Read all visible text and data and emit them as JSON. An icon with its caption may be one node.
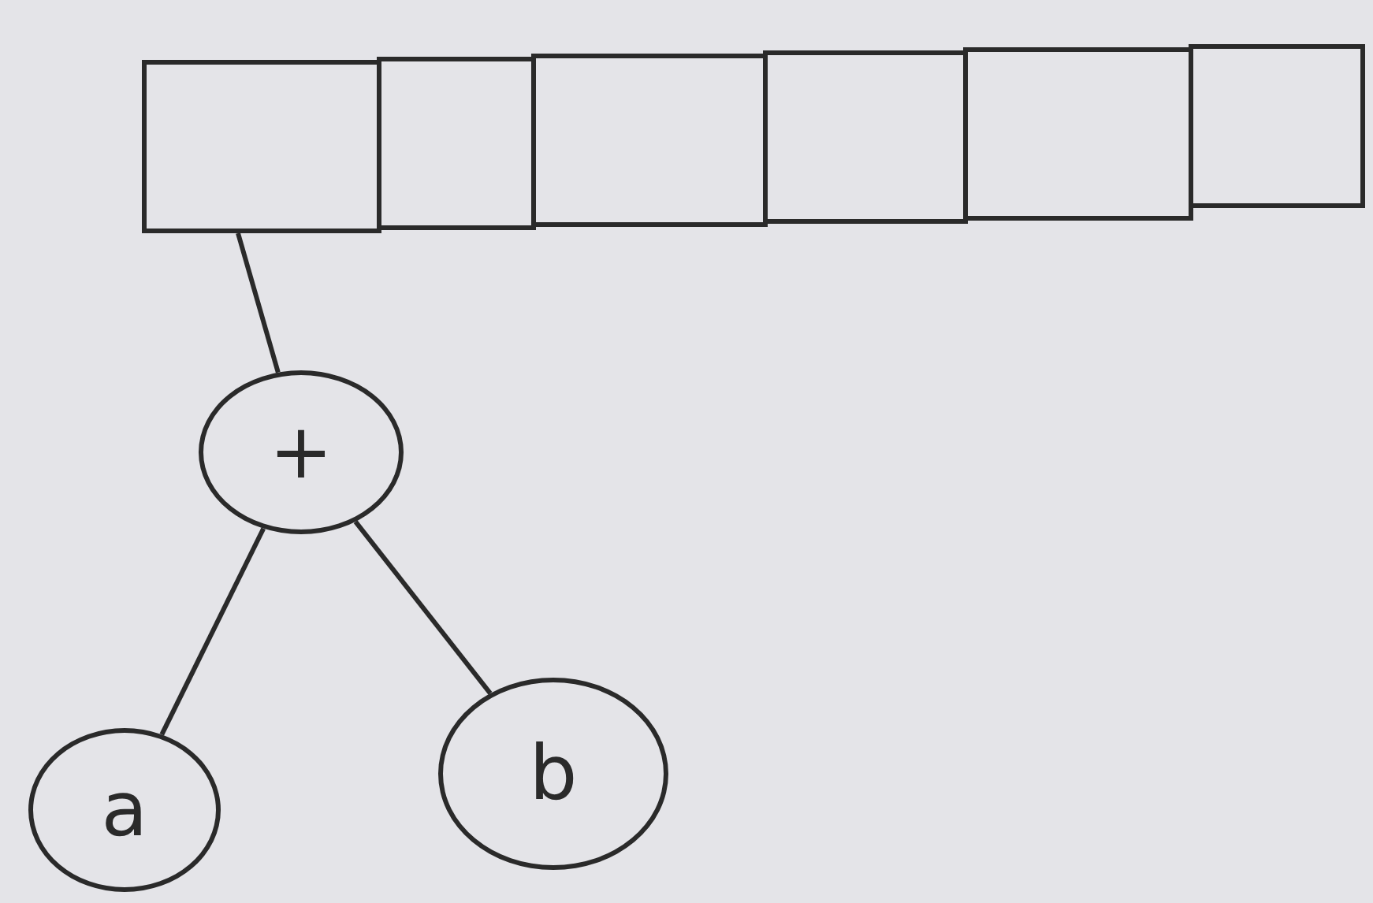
{
  "diagram": {
    "nodes": [
      {
        "text": [],
        "shape": "box"
      },
      {
        "text": [],
        "shape": "box"
      },
      {
        "text": [],
        "shape": "box"
      },
      {
        "text": [],
        "shape": "box"
      },
      {
        "text": [],
        "shape": "box"
      },
      {
        "text": [],
        "shape": "box"
      },
      {
        "text": [
          "+"
        ]
      },
      {
        "text": [
          "a"
        ]
      },
      {
        "text": [
          "b"
        ]
      }
    ],
    "edges": [
      {
        "from": 0,
        "to": 6,
        "arrow": "none"
      },
      {
        "from": 6,
        "to": 7,
        "arrow": "none"
      },
      {
        "from": 6,
        "to": 8,
        "arrow": "none"
      }
    ]
  }
}
